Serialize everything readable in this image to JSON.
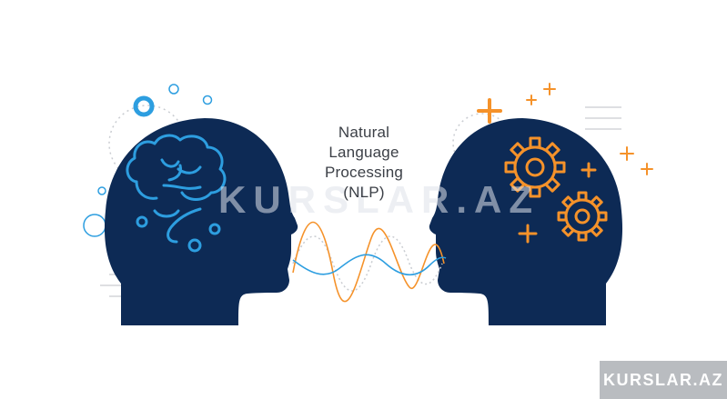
{
  "title": {
    "line1": "Natural",
    "line2": "Language",
    "line3": "Processing",
    "line4": "(NLP)"
  },
  "watermark": "KURSLAR.AZ",
  "brand_badge": "KURSLAR.AZ",
  "colors": {
    "head": "#0d2a55",
    "brain": "#2d9ee0",
    "gears": "#f5922a",
    "wave_orange": "#f5922a",
    "wave_blue": "#2d9ee0",
    "dotted": "#c9ccd1",
    "text": "#3b3f46",
    "badge_bg": "#b9bcc0"
  },
  "icons": {
    "left": "brain-icon",
    "right": "gears-icon"
  }
}
